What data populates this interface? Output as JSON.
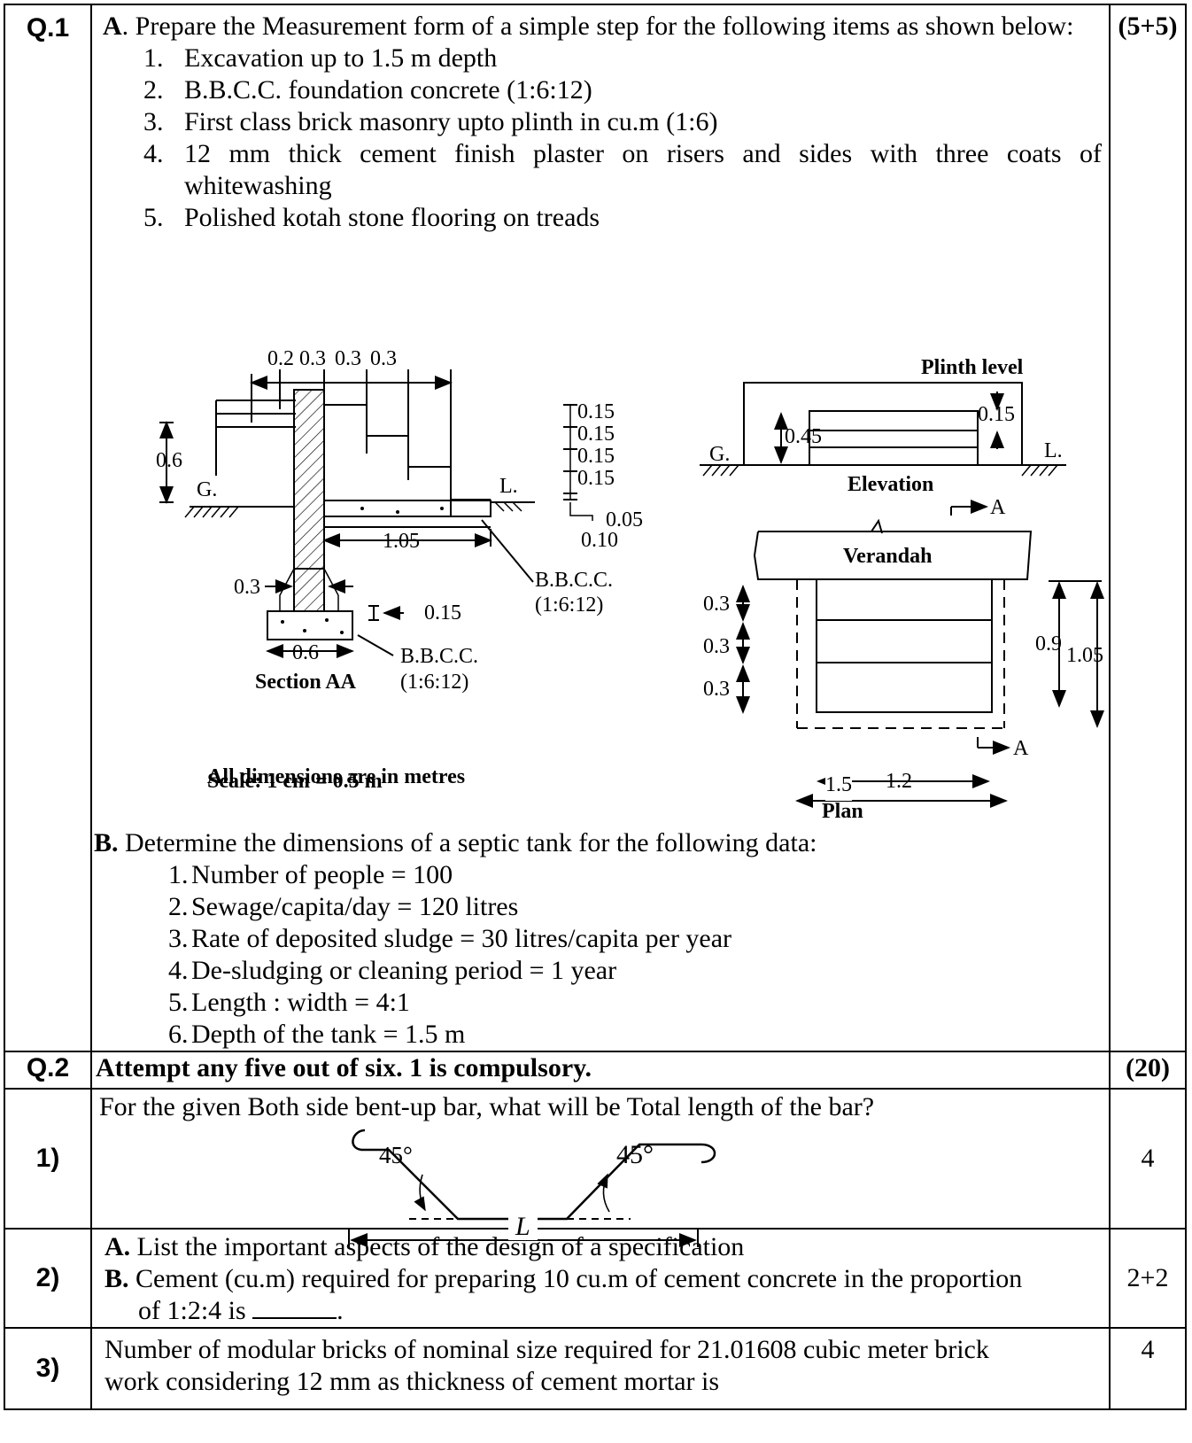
{
  "q1": {
    "number": "Q.1",
    "marks": "(5+5)",
    "a_label": "A",
    "a_text": ". Prepare the Measurement form of a simple step for the following items as shown below:",
    "a_items": [
      {
        "n": "1.",
        "t": "Excavation up to 1.5 m depth"
      },
      {
        "n": "2.",
        "t": "B.B.C.C. foundation concrete (1:6:12)"
      },
      {
        "n": "3.",
        "t": "First class brick masonry upto plinth in cu.m (1:6)"
      },
      {
        "n": "4.",
        "t": "12 mm thick cement finish plaster on risers and sides with three coats of whitewashing"
      },
      {
        "n": "5.",
        "t": "Polished kotah stone flooring on treads"
      }
    ],
    "figure": {
      "top_dims": [
        "0.2",
        "0.3",
        "0.3",
        "0.3"
      ],
      "left_height": "0.6",
      "ground": "G.",
      "ground_level": "L.",
      "riser_dims": [
        "0.15",
        "0.15",
        "0.15",
        "0.15"
      ],
      "dim_005": "0.05",
      "dim_010": "0.10",
      "dim_105": "1.05",
      "dim_03_offset": "0.3",
      "dim_015_bottom": "0.15",
      "dim_06_bottom": "0.6",
      "bbcc": "B.B.C.C.",
      "bbcc_mix": "(1:6:12)",
      "section_title": "Section AA",
      "note1": "All dimensions are in metres",
      "note2": "Scale: 1 cm = 0.5 m",
      "plinth_level": "Plinth level",
      "elev_045": "0.45",
      "elev_015": "0.15",
      "elevation_title": "Elevation",
      "section_marker": "A",
      "verandah": "Verandah",
      "plan_tread_dims": [
        "0.3",
        "0.3",
        "0.3"
      ],
      "plan_09": "0.9",
      "plan_105": "1.05",
      "plan_12": "1.2",
      "plan_15": "1.5",
      "plan_title": "Plan"
    },
    "b_label": "B.",
    "b_text": " Determine the dimensions of a septic tank for the following data:",
    "b_items": [
      {
        "n": "1.",
        "t": " Number of people = 100"
      },
      {
        "n": "2.",
        "t": " Sewage/capita/day = 120 litres"
      },
      {
        "n": "3.",
        "t": " Rate of deposited sludge = 30 litres/capita per year"
      },
      {
        "n": "4.",
        "t": " De-sludging or cleaning period = 1 year"
      },
      {
        "n": "5.",
        "t": " Length : width = 4:1"
      },
      {
        "n": "6.",
        "t": " Depth of the tank = 1.5 m"
      }
    ]
  },
  "q2": {
    "number": "Q.2",
    "title": "Attempt any five out of six. 1 is compulsory.",
    "marks": "(20)",
    "parts": [
      {
        "number": "1)",
        "text": "For the given Both side bent-up bar, what will be Total length of the bar?",
        "marks": "4",
        "angle_left": "45°",
        "angle_right": "45°",
        "length_label": "L"
      },
      {
        "number": "2)",
        "a_label": "A.",
        "a_text": " List the important aspects of the design of a specification",
        "b_label": "B.",
        "b_text_1": " Cement (cu.m) required for preparing 10 cu.m of cement concrete in the proportion",
        "b_text_2": "of 1:2:4 is",
        "b_text_end": ".",
        "marks": "2+2"
      },
      {
        "number": "3)",
        "text_1": "Number of modular bricks of nominal size required for 21.01608 cubic meter brick",
        "text_2": "work considering 12 mm as thickness of cement mortar is",
        "marks": "4"
      }
    ]
  }
}
